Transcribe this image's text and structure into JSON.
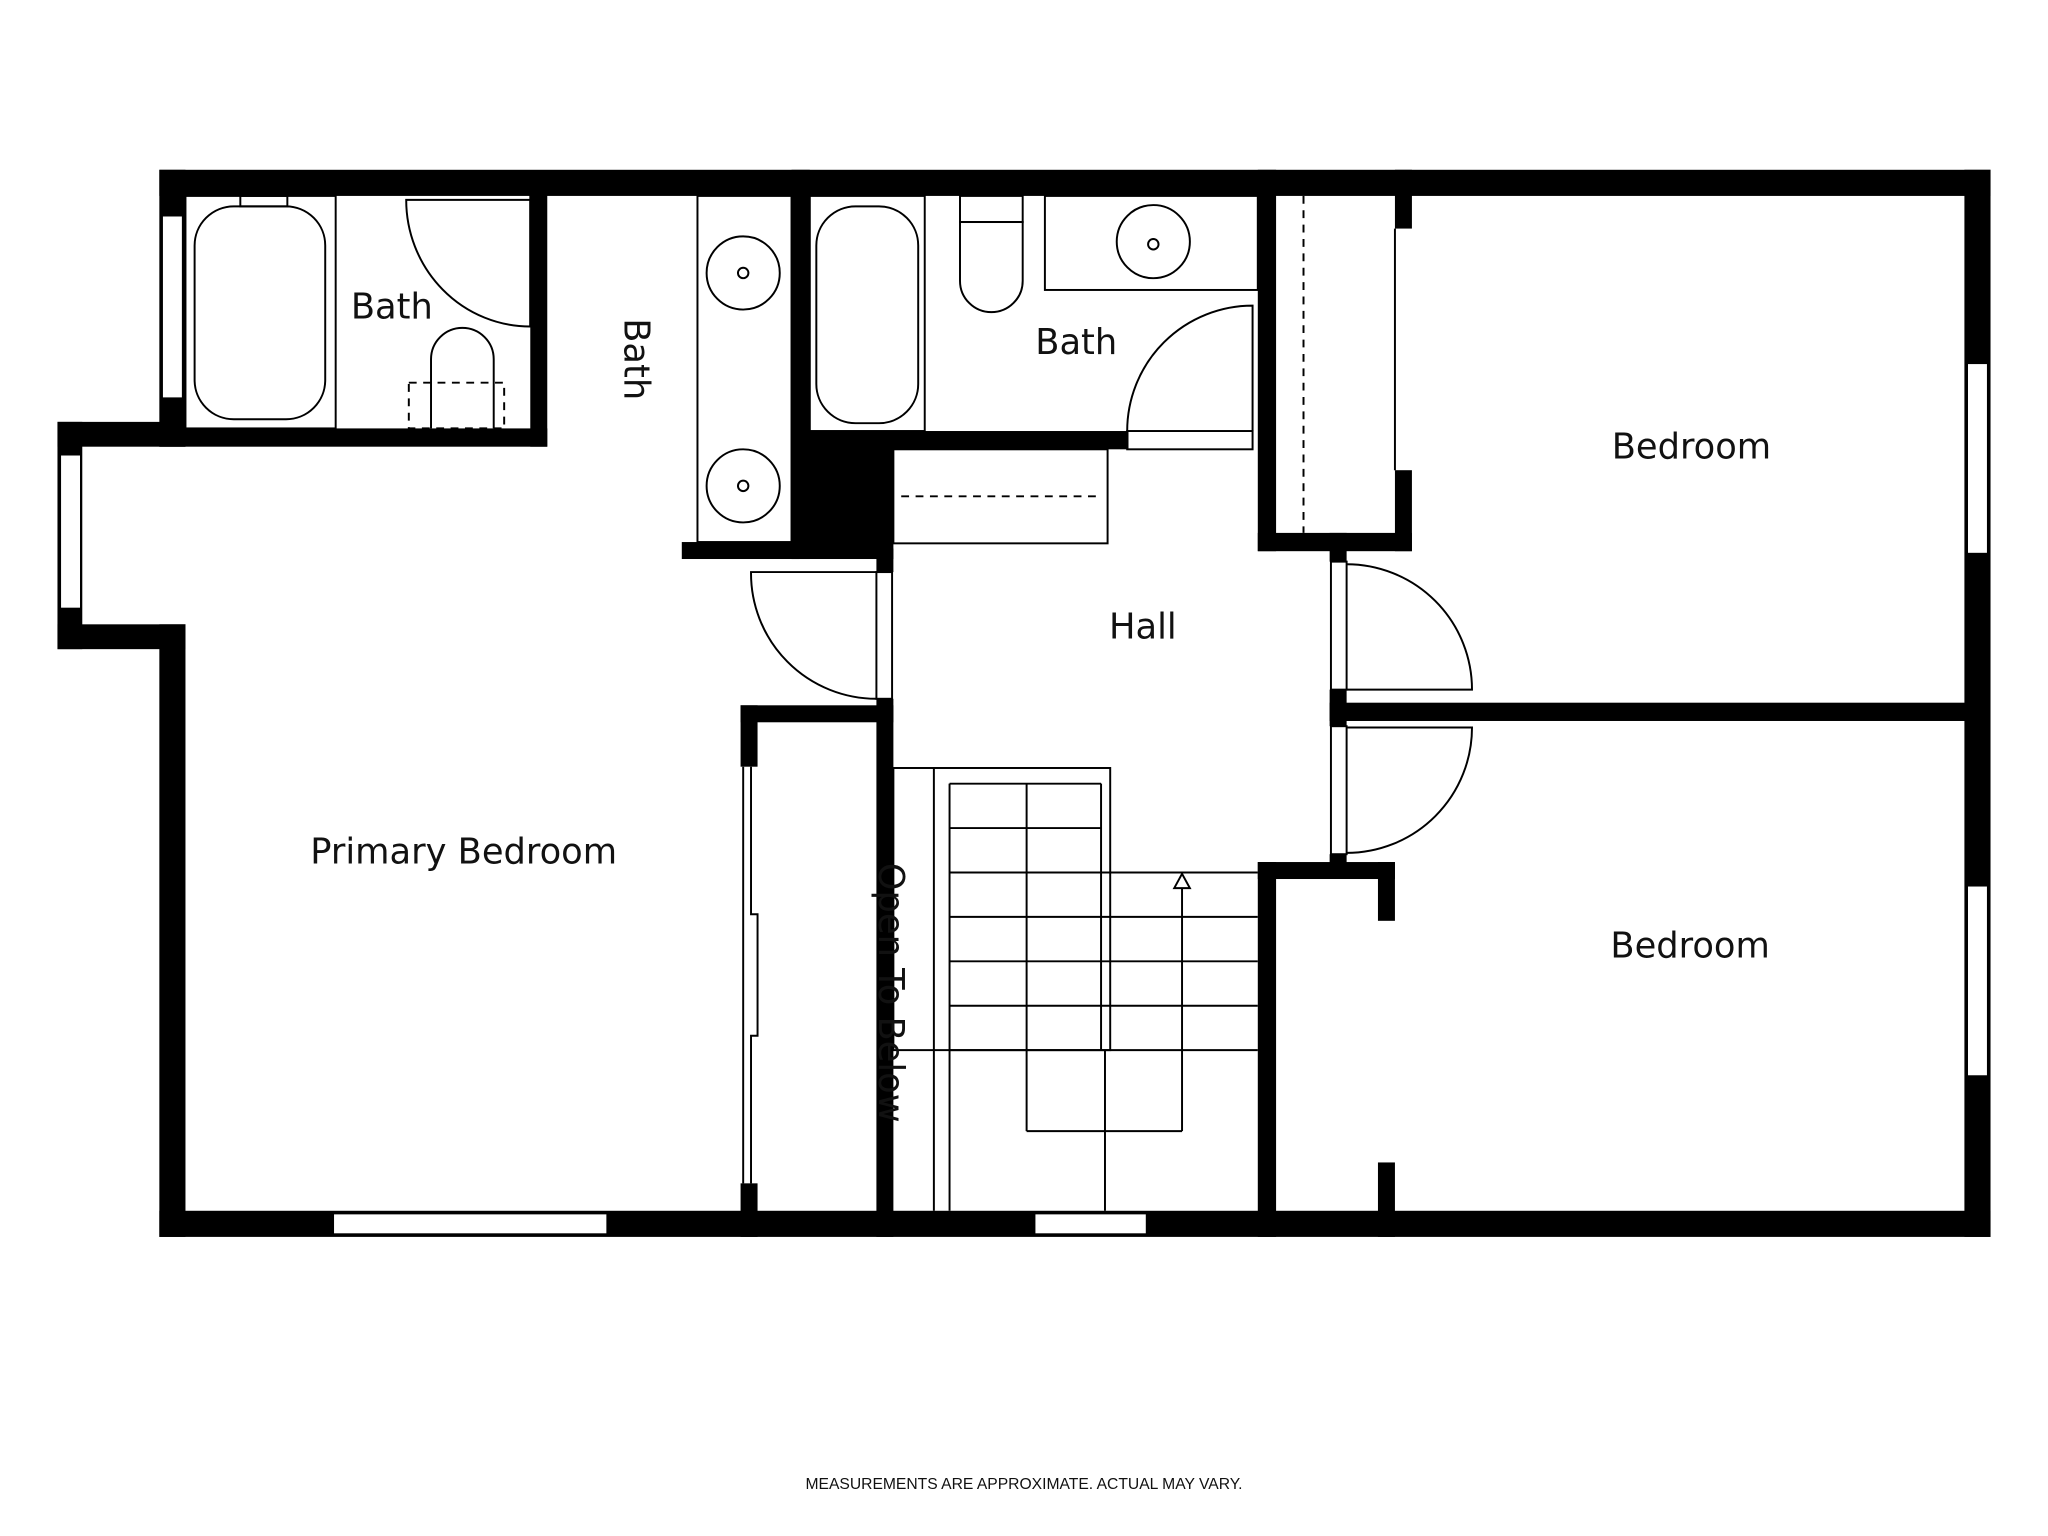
{
  "rooms": {
    "primary_bath": "Bath",
    "vanity_bath": "Bath",
    "second_bath": "Bath",
    "bedroom_upper": "Bedroom",
    "bedroom_lower": "Bedroom",
    "hall": "Hall",
    "primary_bedroom": "Primary Bedroom",
    "open_to_below": "Open To Below"
  },
  "footer": "MEASUREMENTS ARE APPROXIMATE. ACTUAL MAY VARY."
}
